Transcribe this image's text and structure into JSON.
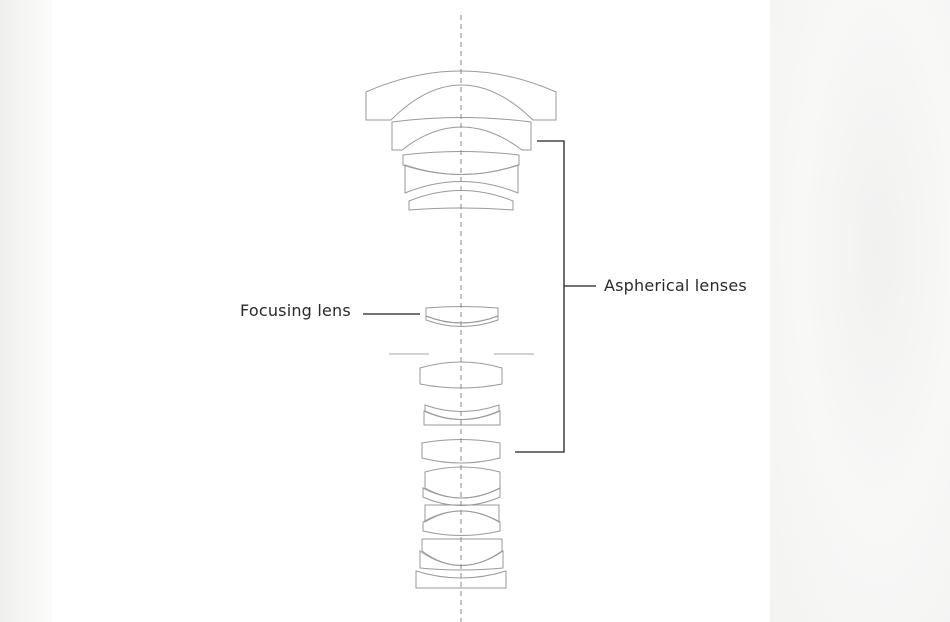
{
  "diagram": {
    "type": "lens-construction-diagram",
    "labels": {
      "focusing_lens": "Focusing lens",
      "aspherical_lenses": "Aspherical lenses"
    },
    "colors": {
      "lens_outline": "#9a9a9a",
      "leader_line": "#222222",
      "optical_axis": "#888888",
      "background": "#ffffff"
    },
    "element_count": 12
  }
}
